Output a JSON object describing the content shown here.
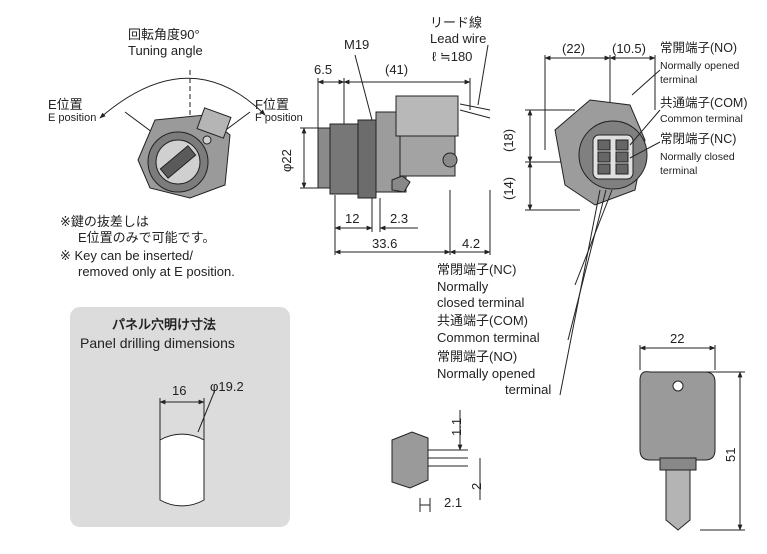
{
  "rotation": {
    "jp": "回転角度90°",
    "en": "Tuning angle"
  },
  "e_position": {
    "jp": "E位置",
    "en": "E position"
  },
  "f_position": {
    "jp": "F位置",
    "en": "F position"
  },
  "note": {
    "jp_line1": "※鍵の抜差しは",
    "jp_line2": "E位置のみで可能です。",
    "en_line1": "※ Key can be inserted/",
    "en_line2": "removed only at E position."
  },
  "lead_wire": {
    "jp": "リード線",
    "en": "Lead wire",
    "length": "ℓ ≒180"
  },
  "side_view": {
    "thread": "M19",
    "dim_6_5": "6.5",
    "dim_41": "(41)",
    "dim_phi22": "φ22",
    "dim_12": "12",
    "dim_2_3": "2.3",
    "dim_33_6": "33.6",
    "dim_4_2": "4.2"
  },
  "back_view": {
    "dim_22": "(22)",
    "dim_10_5": "(10.5)",
    "dim_18": "(18)",
    "dim_14": "(14)"
  },
  "terminals_top": {
    "no_jp": "常開端子(NO)",
    "no_en1": "Normally opened",
    "no_en2": "terminal",
    "com_jp": "共通端子(COM)",
    "com_en": "Common terminal",
    "nc_jp": "常閉端子(NC)",
    "nc_en1": "Normally closed",
    "nc_en2": "terminal"
  },
  "terminals_bottom": {
    "nc_jp": "常閉端子(NC)",
    "nc_en1": "Normally",
    "nc_en2": "closed terminal",
    "com_jp": "共通端子(COM)",
    "com_en": "Common terminal",
    "no_jp": "常開端子(NO)",
    "no_en1": "Normally opened",
    "no_en2": "terminal"
  },
  "panel": {
    "jp": "パネル穴明け寸法",
    "en": "Panel drilling dimensions",
    "dim_16": "16",
    "dim_phi19_2": "φ19.2"
  },
  "terminal_detail": {
    "dim_1_1": "1.1",
    "dim_2": "2",
    "dim_2_1": "2.1"
  },
  "key": {
    "dim_22": "22",
    "dim_51": "51"
  },
  "colors": {
    "ink": "#222222",
    "body_gray": "#8a8a8a",
    "light_gray": "#c8c8c8",
    "panel_bg": "#dcdcdc"
  }
}
